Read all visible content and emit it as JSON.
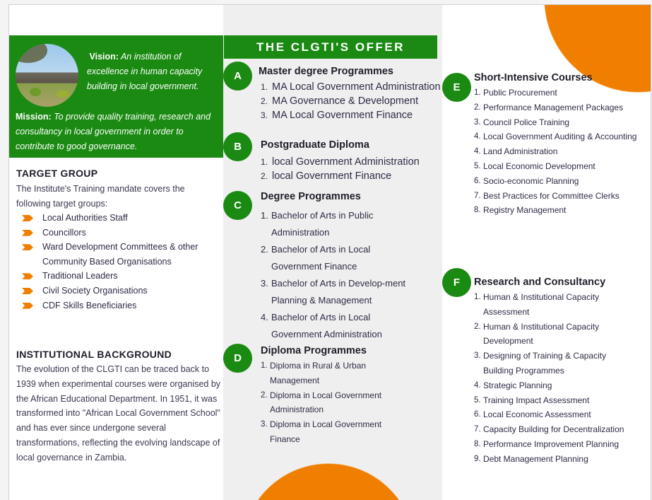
{
  "vision": {
    "label": "Vision:",
    "text": "An institution of excellence in human capacity building in local government."
  },
  "mission": {
    "label": "Mission:",
    "text": "To provide quality training, research and consultancy in local government in order to contribute to good governance."
  },
  "target_group": {
    "title": "TARGET GROUP",
    "intro": "The Institute's Training mandate covers the following target groups:",
    "items": [
      "Local Authorities Staff",
      "Councillors",
      " Ward Development Committees & other Community Based Organisations",
      "Traditional Leaders",
      "Civil Society Organisations",
      "CDF Skills Beneficiaries"
    ]
  },
  "background": {
    "title": "INSTITUTIONAL BACKGROUND",
    "text": "The evolution of the CLGTI can be traced back to 1939 when experimental courses were organised by the African Educational Department. In 1951, it was transformed into \"African Local Government School\" and has ever since undergone several transformations, reflecting the evolving landscape of local governance in Zambia."
  },
  "offer_title": "THE CLGTI'S OFFER",
  "sections": [
    {
      "letter": "A",
      "title": "Master degree Programmes",
      "items": [
        {
          "n": "1.",
          "t": "MA  Local Government Administration"
        },
        {
          "n": "2.",
          "t": "MA Governance & Development"
        },
        {
          "n": "3.",
          "t": "MA Local Government Finance"
        }
      ]
    },
    {
      "letter": "B",
      "title": "Postgraduate Diploma",
      "items": [
        {
          "n": "1.",
          "t": "local Government Administration"
        },
        {
          "n": "2.",
          "t": "local Government Finance"
        }
      ]
    },
    {
      "letter": "C",
      "title": "Degree Programmes",
      "items": [
        {
          "n": "1.",
          "t": "Bachelor of Arts in Public Administration"
        },
        {
          "n": "2.",
          "t": "Bachelor of Arts in Local Government Finance"
        },
        {
          "n": "3.",
          "t": "Bachelor of Arts in Develop-ment Planning & Management"
        },
        {
          "n": "4.",
          "t": "Bachelor of Arts in Local Government Administration"
        }
      ]
    },
    {
      "letter": "D",
      "title": "Diploma Programmes",
      "items": [
        {
          "n": "1.",
          "t": "Diploma in Rural & Urban Management"
        },
        {
          "n": "2.",
          "t": "Diploma in Local Government Administration"
        },
        {
          "n": "3.",
          "t": "Diploma in Local Government Finance"
        }
      ]
    },
    {
      "letter": "E",
      "title": "Short-Intensive Courses",
      "items": [
        {
          "n": "1.",
          "t": "Public Procurement"
        },
        {
          "n": "2.",
          "t": "Performance Management Packages"
        },
        {
          "n": "3.",
          "t": "Council Police Training"
        },
        {
          "n": "4.",
          "t": "Local Government Auditing & Accounting"
        },
        {
          "n": "4.",
          "t": "Land Administration"
        },
        {
          "n": "5.",
          "t": "Local Economic Development"
        },
        {
          "n": "6.",
          "t": "Socio-economic Planning"
        },
        {
          "n": "7.",
          "t": "Best Practices for Committee Clerks"
        },
        {
          "n": "8.",
          "t": "Registry Management"
        }
      ]
    },
    {
      "letter": "F",
      "title": "Research and Consultancy",
      "items": [
        {
          "n": "1.",
          "t": "Human & Institutional Capacity Assessment"
        },
        {
          "n": "2.",
          "t": "Human & Institutional Capacity Development"
        },
        {
          "n": "3.",
          "t": "Designing of Training & Capacity Building Programmes"
        },
        {
          "n": "4.",
          "t": "Strategic Planning"
        },
        {
          "n": "5.",
          "t": "Training Impact Assessment"
        },
        {
          "n": "6.",
          "t": "Local Economic Assessment"
        },
        {
          "n": "7.",
          "t": "Capacity Building for Decentralization"
        },
        {
          "n": "8.",
          "t": "Performance Improvement Planning"
        },
        {
          "n": "9.",
          "t": "Debt Management Planning"
        }
      ]
    }
  ],
  "colors": {
    "green": "#1a8a12",
    "orange": "#f07f00"
  }
}
